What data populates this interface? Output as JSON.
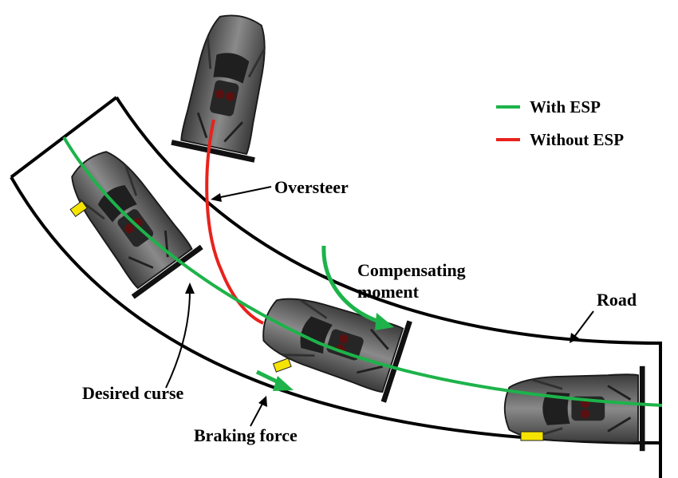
{
  "legend": {
    "items": [
      {
        "label": "With ESP",
        "color": "#1db34a"
      },
      {
        "label": "Without ESP",
        "color": "#e8221c"
      }
    ]
  },
  "labels": {
    "oversteer": "Oversteer",
    "compensating_line1": "Compensating",
    "compensating_line2": "moment",
    "road": "Road",
    "desired_course": "Desired curse",
    "braking_force": "Braking force"
  },
  "colors": {
    "road_edge": "#000000",
    "car_body": "#5a5a5a",
    "car_dark": "#1f1f1f",
    "brake_marker": "#f5e400",
    "arrow_green": "#1db34a"
  },
  "icons": [
    "car-icon",
    "curved-arrow-icon",
    "straight-arrow-icon"
  ]
}
